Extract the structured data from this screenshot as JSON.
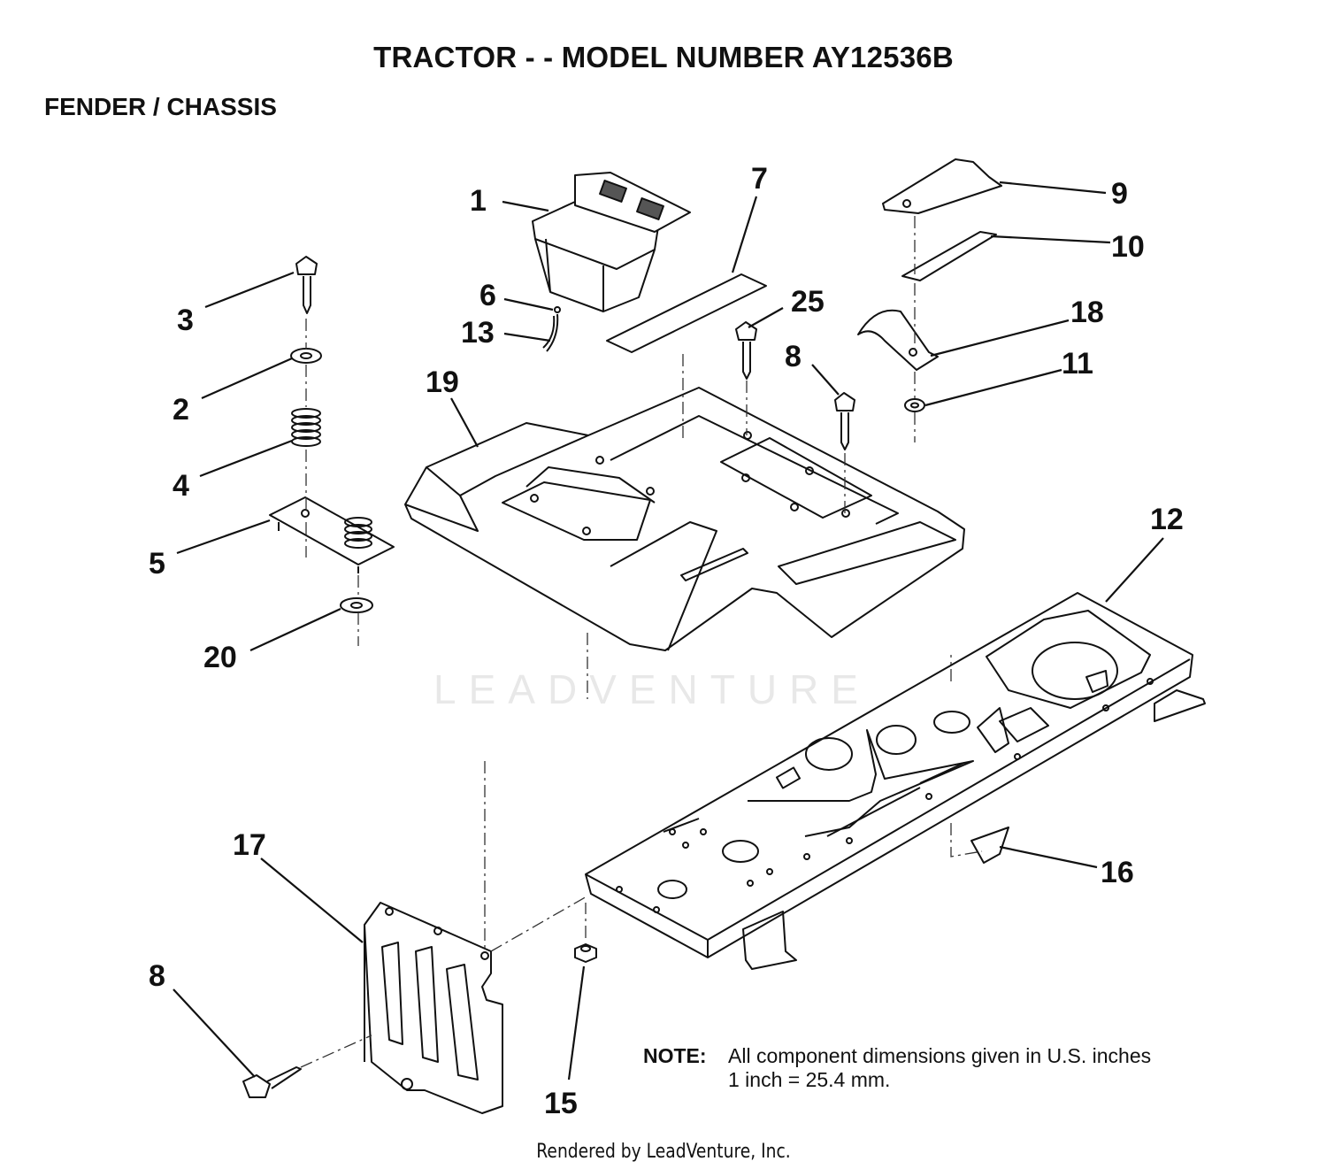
{
  "title": "TRACTOR - - MODEL NUMBER AY12536B",
  "subtitle": "FENDER / CHASSIS",
  "watermark": "LEADVENTURE",
  "note": {
    "label": "NOTE:",
    "line1": "All component dimensions given in U.S. inches",
    "line2": "1 inch = 25.4 mm."
  },
  "footer": "Rendered by LeadVenture, Inc.",
  "parts": [
    {
      "label": "1"
    },
    {
      "label": "7"
    },
    {
      "label": "9"
    },
    {
      "label": "10"
    },
    {
      "label": "3"
    },
    {
      "label": "6"
    },
    {
      "label": "25"
    },
    {
      "label": "18"
    },
    {
      "label": "13"
    },
    {
      "label": "8"
    },
    {
      "label": "11"
    },
    {
      "label": "2"
    },
    {
      "label": "19"
    },
    {
      "label": "4"
    },
    {
      "label": "12"
    },
    {
      "label": "5"
    },
    {
      "label": "20"
    },
    {
      "label": "17"
    },
    {
      "label": "16"
    },
    {
      "label": "8"
    },
    {
      "label": "15"
    }
  ]
}
